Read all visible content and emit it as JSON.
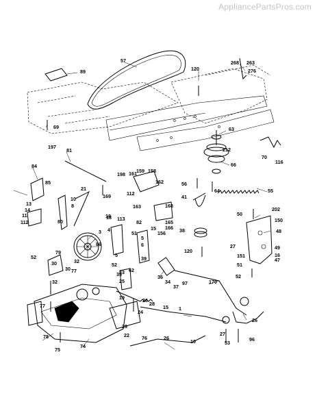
{
  "watermark": "AppliancePartsPros.com",
  "diagram": {
    "callouts": [
      "57",
      "89",
      "120",
      "268",
      "263",
      "276",
      "69",
      "63",
      "197",
      "81",
      "212",
      "70",
      "116",
      "84",
      "198",
      "161",
      "159",
      "158",
      "66",
      "85",
      "21",
      "162",
      "56",
      "55",
      "64",
      "10",
      "8",
      "169",
      "112",
      "41",
      "13",
      "14",
      "11",
      "112",
      "80",
      "18",
      "113",
      "163",
      "82",
      "168",
      "166",
      "4",
      "15",
      "156",
      "165",
      "202",
      "50",
      "150",
      "3",
      "86",
      "18",
      "51",
      "38",
      "48",
      "5",
      "6",
      "27",
      "49",
      "151",
      "47",
      "51",
      "16",
      "52",
      "79",
      "5",
      "39",
      "120",
      "52",
      "30",
      "32",
      "52",
      "62",
      "35",
      "36",
      "34",
      "37",
      "97",
      "170",
      "30",
      "77",
      "32",
      "25",
      "23",
      "19",
      "26",
      "24",
      "28",
      "15",
      "1",
      "77",
      "74",
      "29",
      "22",
      "26",
      "10",
      "27",
      "53",
      "96",
      "26",
      "78",
      "75",
      "76"
    ]
  },
  "colors": {
    "ink": "#000000",
    "background": "#ffffff",
    "watermark": "#c4c4c4"
  }
}
